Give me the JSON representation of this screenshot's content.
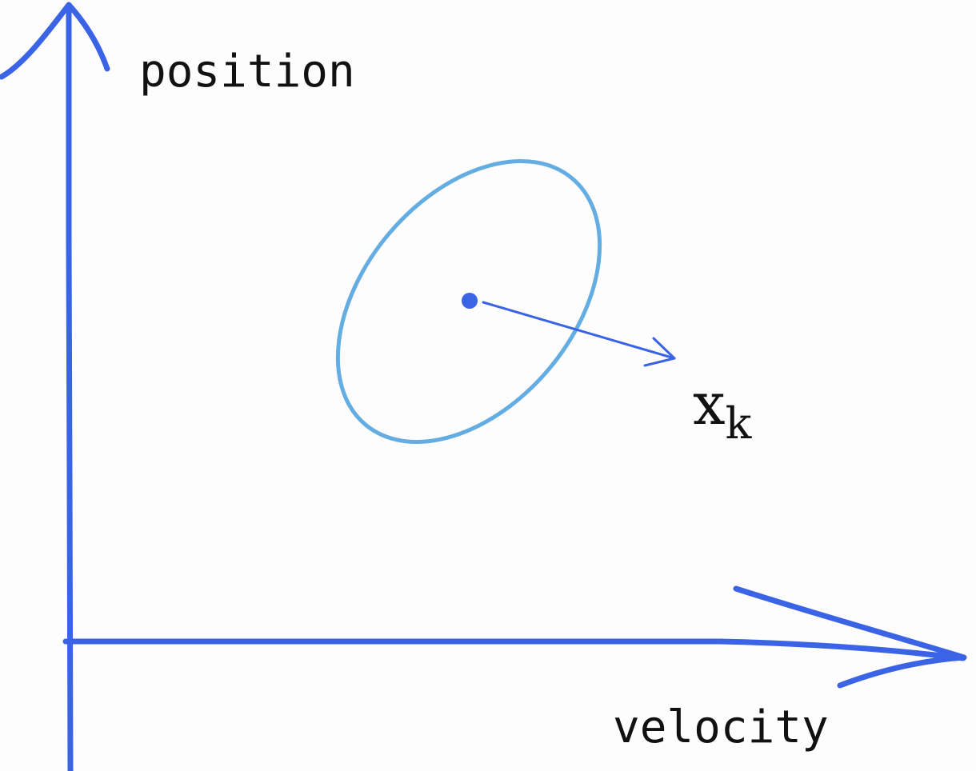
{
  "labels": {
    "y_axis": "position",
    "x_axis": "velocity",
    "state_var": "x",
    "state_sub": "k"
  },
  "colors": {
    "axis": "#3a63e6",
    "ellipse": "#63ade2",
    "vector": "#3a63e6",
    "text": "#111111",
    "background": "#fdfdfe"
  }
}
